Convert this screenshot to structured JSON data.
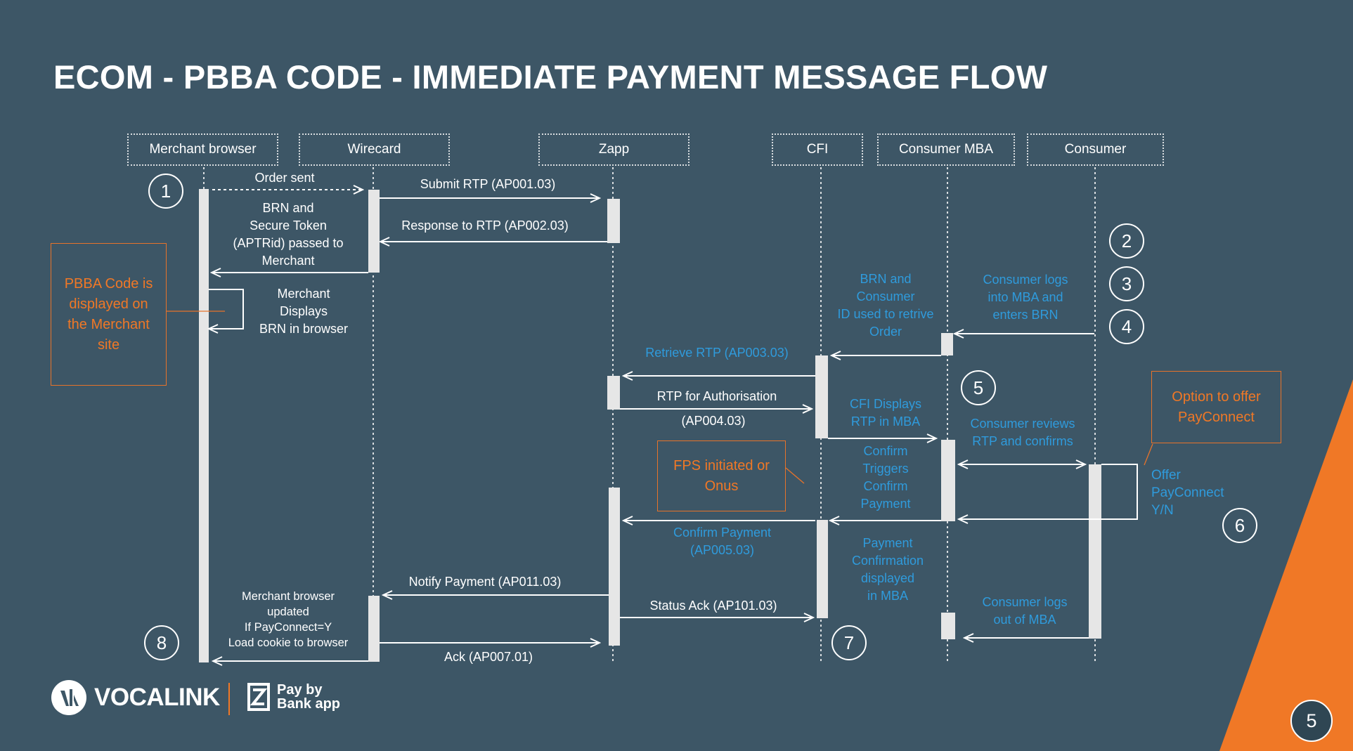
{
  "title": "ECOM - PBBA CODE - IMMEDIATE PAYMENT MESSAGE FLOW",
  "participants": {
    "merchant_browser": "Merchant browser",
    "wirecard": "Wirecard",
    "zapp": "Zapp",
    "cfi": "CFI",
    "consumer_mba": "Consumer MBA",
    "consumer": "Consumer"
  },
  "messages": {
    "order_sent": "Order sent",
    "submit_rtp": "Submit RTP (AP001.03)",
    "response_rtp": "Response to RTP (AP002.03)",
    "brn_token": [
      "BRN and",
      "Secure Token",
      "(APTRid) passed to",
      "Merchant"
    ],
    "merchant_displays": [
      "Merchant",
      "Displays",
      "BRN in browser"
    ],
    "brn_consumer_id": [
      "BRN and",
      "Consumer",
      "ID used to retrive",
      "Order"
    ],
    "consumer_logs_in": [
      "Consumer logs",
      "into MBA and",
      "enters BRN"
    ],
    "retrieve_rtp": "Retrieve RTP (AP003.03)",
    "rtp_authorisation": "RTP for Authorisation",
    "rtp_authorisation_code": "(AP004.03)",
    "cfi_displays": [
      "CFI Displays",
      "RTP in MBA"
    ],
    "consumer_reviews": [
      "Consumer reviews",
      "RTP and confirms"
    ],
    "confirm_triggers": [
      "Confirm",
      "Triggers",
      "Confirm",
      "Payment"
    ],
    "offer_payconnect": [
      "Offer",
      "PayConnect",
      "Y/N"
    ],
    "confirm_payment": [
      "Confirm Payment",
      "(AP005.03)"
    ],
    "payment_confirmation": [
      "Payment",
      "Confirmation",
      "displayed",
      "in MBA"
    ],
    "notify_payment": "Notify Payment (AP011.03)",
    "status_ack": "Status Ack (AP101.03)",
    "browser_updated": [
      "Merchant browser",
      "updated",
      "If PayConnect=Y",
      "Load cookie to browser"
    ],
    "consumer_logs_out": [
      "Consumer logs",
      "out of MBA"
    ],
    "ack": "Ack (AP007.01)"
  },
  "notes": {
    "pbba_displayed": [
      "PBBA Code is",
      "displayed on",
      "the Merchant",
      "site"
    ],
    "fps_initiated": [
      "FPS initiated or",
      "Onus"
    ],
    "option_payconnect": [
      "Option to offer",
      "PayConnect"
    ]
  },
  "steps": [
    "1",
    "2",
    "3",
    "4",
    "5",
    "6",
    "7",
    "8"
  ],
  "footer": {
    "vocalink_logo": "VOCALINK",
    "pbba_logo": [
      "Pay by",
      "Bank app"
    ],
    "page_number": "5"
  },
  "colors": {
    "background": "#3d5666",
    "white": "#ffffff",
    "blue_text": "#2f9bdc",
    "orange": "#f07826",
    "activation": "#e6e6e6"
  }
}
